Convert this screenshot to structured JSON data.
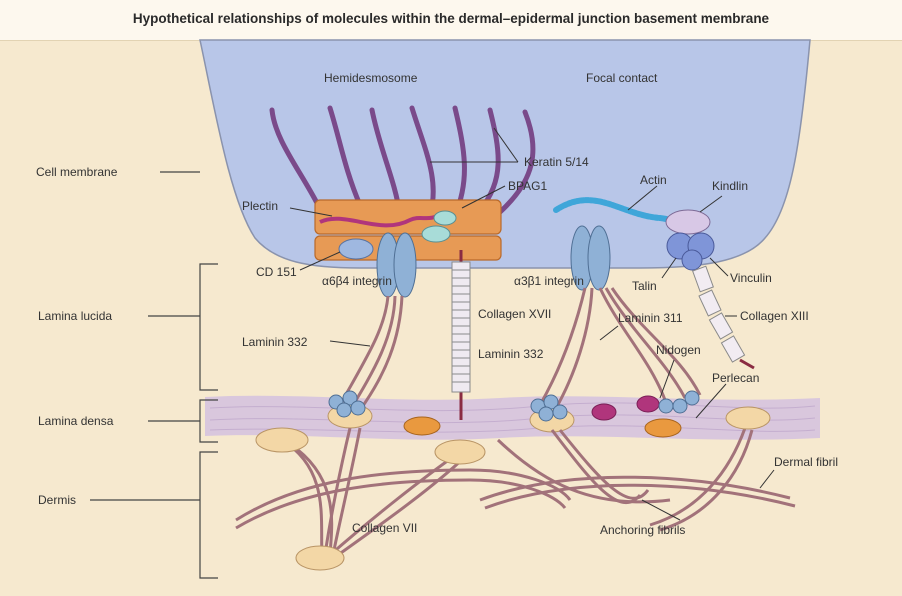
{
  "title": "Hypothetical relationships of molecules within the dermal–epidermal junction basement membrane",
  "colors": {
    "background": "#f6e9cf",
    "cell_membrane": "#b8c6e8",
    "lamina_densa": "#d6c3de",
    "keratin": "#7a4a8a",
    "plectin_box": "#e79a55",
    "integrin": "#8fb1d6",
    "laminin": "#a2727a",
    "actin": "#3fa6d9",
    "nidogen": "#b0357c",
    "collagen_vii_ends": "#f3d7a6",
    "orange_molecule": "#e9993f"
  },
  "labels": {
    "hemidesmosome": "Hemidesmosome",
    "focal_contact": "Focal contact",
    "keratin": "Keratin 5/14",
    "bpag1": "BPAG1",
    "plectin": "Plectin",
    "cd151": "CD 151",
    "a6b4_integrin": "α6β4 integrin",
    "a3b1_integrin": "α3β1 integrin",
    "actin": "Actin",
    "kindlin": "Kindlin",
    "talin": "Talin",
    "vinculin": "Vinculin",
    "collagen_xiii": "Collagen XIII",
    "collagen_xvii": "Collagen XVII",
    "laminin_332_left": "Laminin 332",
    "laminin_332_right": "Laminin 332",
    "laminin_311": "Laminin 311",
    "nidogen": "Nidogen",
    "perlecan": "Perlecan",
    "dermal_fibril": "Dermal fibril",
    "collagen_vii": "Collagen VII",
    "anchoring_fibrils": "Anchoring fibrils"
  },
  "regions": {
    "cell_membrane": "Cell membrane",
    "lamina_lucida": "Lamina lucida",
    "lamina_densa": "Lamina densa",
    "dermis": "Dermis"
  }
}
